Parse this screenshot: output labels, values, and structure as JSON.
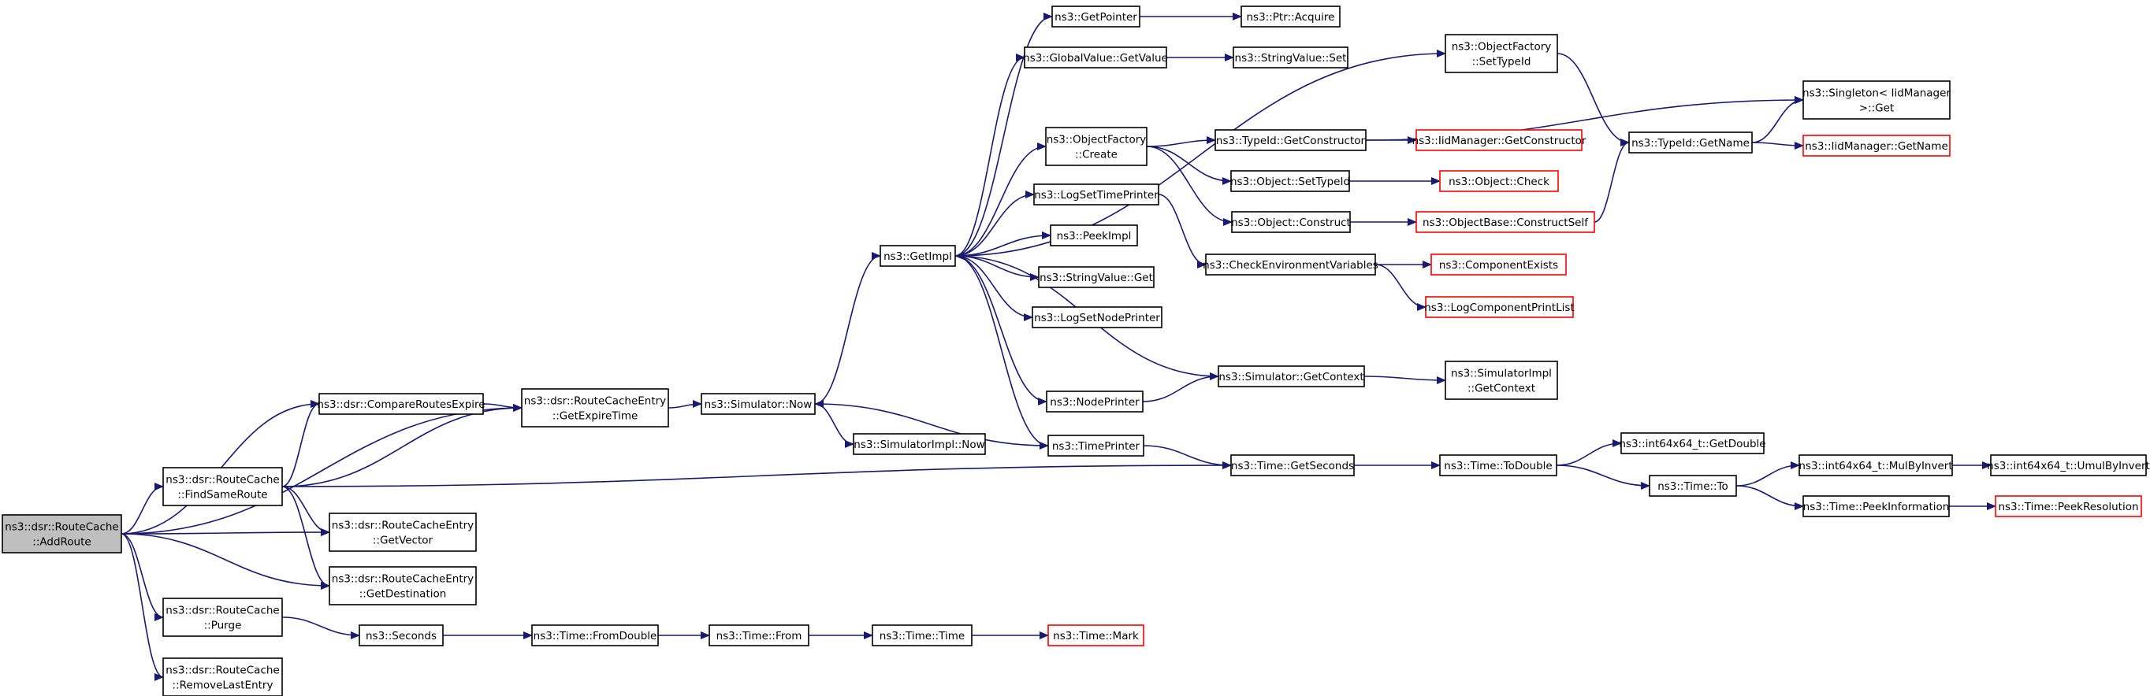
{
  "colors": {
    "edge": "#191970",
    "border": "#000000",
    "truncated_border": "#ff0000",
    "root_fill": "#bfbfbf",
    "fill": "#ffffff"
  },
  "nodes": [
    {
      "id": "n_addroute",
      "lines": [
        "ns3::dsr::RouteCache",
        "::AddRoute"
      ],
      "kind": "root"
    },
    {
      "id": "n_compare",
      "lines": [
        "ns3::dsr::CompareRoutesExpire"
      ],
      "kind": "normal"
    },
    {
      "id": "n_findsame",
      "lines": [
        "ns3::dsr::RouteCache",
        "::FindSameRoute"
      ],
      "kind": "normal"
    },
    {
      "id": "n_getvector",
      "lines": [
        "ns3::dsr::RouteCacheEntry",
        "::GetVector"
      ],
      "kind": "normal"
    },
    {
      "id": "n_getdest",
      "lines": [
        "ns3::dsr::RouteCacheEntry",
        "::GetDestination"
      ],
      "kind": "normal"
    },
    {
      "id": "n_purge",
      "lines": [
        "ns3::dsr::RouteCache",
        "::Purge"
      ],
      "kind": "normal"
    },
    {
      "id": "n_removelast",
      "lines": [
        "ns3::dsr::RouteCache",
        "::RemoveLastEntry"
      ],
      "kind": "normal"
    },
    {
      "id": "n_getexpire",
      "lines": [
        "ns3::dsr::RouteCacheEntry",
        "::GetExpireTime"
      ],
      "kind": "normal"
    },
    {
      "id": "n_seconds",
      "lines": [
        "ns3::Seconds"
      ],
      "kind": "normal"
    },
    {
      "id": "n_simnow",
      "lines": [
        "ns3::Simulator::Now"
      ],
      "kind": "normal"
    },
    {
      "id": "n_fromdouble",
      "lines": [
        "ns3::Time::FromDouble"
      ],
      "kind": "normal"
    },
    {
      "id": "n_getimpl",
      "lines": [
        "ns3::GetImpl"
      ],
      "kind": "normal"
    },
    {
      "id": "n_simimplnow",
      "lines": [
        "ns3::SimulatorImpl::Now"
      ],
      "kind": "normal"
    },
    {
      "id": "n_timefrom",
      "lines": [
        "ns3::Time::From"
      ],
      "kind": "normal"
    },
    {
      "id": "n_timetime",
      "lines": [
        "ns3::Time::Time"
      ],
      "kind": "normal"
    },
    {
      "id": "n_getpointer",
      "lines": [
        "ns3::GetPointer"
      ],
      "kind": "normal"
    },
    {
      "id": "n_gvgetvalue",
      "lines": [
        "ns3::GlobalValue::GetValue"
      ],
      "kind": "normal"
    },
    {
      "id": "n_ofcreate",
      "lines": [
        "ns3::ObjectFactory",
        "::Create"
      ],
      "kind": "normal"
    },
    {
      "id": "n_logsettime",
      "lines": [
        "ns3::LogSetTimePrinter"
      ],
      "kind": "normal"
    },
    {
      "id": "n_peekimpl",
      "lines": [
        "ns3::PeekImpl"
      ],
      "kind": "normal"
    },
    {
      "id": "n_svget",
      "lines": [
        "ns3::StringValue::Get"
      ],
      "kind": "normal"
    },
    {
      "id": "n_logsetnode",
      "lines": [
        "ns3::LogSetNodePrinter"
      ],
      "kind": "normal"
    },
    {
      "id": "n_nodeprinter",
      "lines": [
        "ns3::NodePrinter"
      ],
      "kind": "normal"
    },
    {
      "id": "n_timeprinter",
      "lines": [
        "ns3::TimePrinter"
      ],
      "kind": "normal"
    },
    {
      "id": "n_timemark",
      "lines": [
        "ns3::Time::Mark"
      ],
      "kind": "truncated"
    },
    {
      "id": "n_ptracquire",
      "lines": [
        "ns3::Ptr::Acquire"
      ],
      "kind": "normal"
    },
    {
      "id": "n_svset",
      "lines": [
        "ns3::StringValue::Set"
      ],
      "kind": "normal"
    },
    {
      "id": "n_tidgetctor",
      "lines": [
        "ns3::TypeId::GetConstructor"
      ],
      "kind": "normal"
    },
    {
      "id": "n_objsettid",
      "lines": [
        "ns3::Object::SetTypeId"
      ],
      "kind": "normal"
    },
    {
      "id": "n_objconstruct",
      "lines": [
        "ns3::Object::Construct"
      ],
      "kind": "normal"
    },
    {
      "id": "n_checkenv",
      "lines": [
        "ns3::CheckEnvironmentVariables"
      ],
      "kind": "normal"
    },
    {
      "id": "n_simgetctx",
      "lines": [
        "ns3::Simulator::GetContext"
      ],
      "kind": "normal"
    },
    {
      "id": "n_timegetsec",
      "lines": [
        "ns3::Time::GetSeconds"
      ],
      "kind": "normal"
    },
    {
      "id": "n_ofsettid",
      "lines": [
        "ns3::ObjectFactory",
        "::SetTypeId"
      ],
      "kind": "normal"
    },
    {
      "id": "n_iidgetctor",
      "lines": [
        "ns3::IidManager::GetConstructor"
      ],
      "kind": "truncated"
    },
    {
      "id": "n_objcheck",
      "lines": [
        "ns3::Object::Check"
      ],
      "kind": "truncated"
    },
    {
      "id": "n_obconstructself",
      "lines": [
        "ns3::ObjectBase::ConstructSelf"
      ],
      "kind": "truncated"
    },
    {
      "id": "n_compexists",
      "lines": [
        "ns3::ComponentExists"
      ],
      "kind": "truncated"
    },
    {
      "id": "n_logcomplist",
      "lines": [
        "ns3::LogComponentPrintList"
      ],
      "kind": "truncated"
    },
    {
      "id": "n_simimplgetctx",
      "lines": [
        "ns3::SimulatorImpl",
        "::GetContext"
      ],
      "kind": "normal"
    },
    {
      "id": "n_timetodouble",
      "lines": [
        "ns3::Time::ToDouble"
      ],
      "kind": "normal"
    },
    {
      "id": "n_tidgetname",
      "lines": [
        "ns3::TypeId::GetName"
      ],
      "kind": "normal"
    },
    {
      "id": "n_i64getdouble",
      "lines": [
        "ns3::int64x64_t::GetDouble"
      ],
      "kind": "normal"
    },
    {
      "id": "n_timeto",
      "lines": [
        "ns3::Time::To"
      ],
      "kind": "normal"
    },
    {
      "id": "n_singletonget",
      "lines": [
        "ns3::Singleton< IidManager",
        " >::Get"
      ],
      "kind": "normal"
    },
    {
      "id": "n_iidgetname",
      "lines": [
        "ns3::IidManager::GetName"
      ],
      "kind": "truncated"
    },
    {
      "id": "n_i64mulbyinv",
      "lines": [
        "ns3::int64x64_t::MulByInvert"
      ],
      "kind": "normal"
    },
    {
      "id": "n_timepeekinfo",
      "lines": [
        "ns3::Time::PeekInformation"
      ],
      "kind": "normal"
    },
    {
      "id": "n_i64umulbyinv",
      "lines": [
        "ns3::int64x64_t::UmulByInvert"
      ],
      "kind": "normal"
    },
    {
      "id": "n_timepeekres",
      "lines": [
        "ns3::Time::PeekResolution"
      ],
      "kind": "truncated"
    }
  ],
  "edges": [
    [
      "n_addroute",
      "n_compare"
    ],
    [
      "n_addroute",
      "n_getexpire"
    ],
    [
      "n_addroute",
      "n_findsame"
    ],
    [
      "n_addroute",
      "n_getvector"
    ],
    [
      "n_addroute",
      "n_getdest"
    ],
    [
      "n_addroute",
      "n_purge"
    ],
    [
      "n_addroute",
      "n_removelast"
    ],
    [
      "n_compare",
      "n_getexpire"
    ],
    [
      "n_findsame",
      "n_compare"
    ],
    [
      "n_findsame",
      "n_getexpire"
    ],
    [
      "n_findsame",
      "n_getvector"
    ],
    [
      "n_findsame",
      "n_getdest"
    ],
    [
      "n_findsame",
      "n_timegetsec"
    ],
    [
      "n_purge",
      "n_seconds"
    ],
    [
      "n_getexpire",
      "n_simnow"
    ],
    [
      "n_seconds",
      "n_fromdouble"
    ],
    [
      "n_fromdouble",
      "n_timefrom"
    ],
    [
      "n_timefrom",
      "n_timetime"
    ],
    [
      "n_timetime",
      "n_timemark"
    ],
    [
      "n_simnow",
      "n_getimpl"
    ],
    [
      "n_simnow",
      "n_simimplnow"
    ],
    [
      "n_timeprinter",
      "n_simnow"
    ],
    [
      "n_getimpl",
      "n_getpointer"
    ],
    [
      "n_getimpl",
      "n_gvgetvalue"
    ],
    [
      "n_getimpl",
      "n_ofsettid"
    ],
    [
      "n_getimpl",
      "n_ofcreate"
    ],
    [
      "n_getimpl",
      "n_logsettime"
    ],
    [
      "n_getimpl",
      "n_peekimpl"
    ],
    [
      "n_getimpl",
      "n_svget"
    ],
    [
      "n_getimpl",
      "n_logsetnode"
    ],
    [
      "n_getimpl",
      "n_nodeprinter"
    ],
    [
      "n_getimpl",
      "n_timeprinter"
    ],
    [
      "n_simgetctx",
      "n_getimpl"
    ],
    [
      "n_getpointer",
      "n_ptracquire"
    ],
    [
      "n_gvgetvalue",
      "n_svset"
    ],
    [
      "n_ofcreate",
      "n_tidgetctor"
    ],
    [
      "n_ofcreate",
      "n_objsettid"
    ],
    [
      "n_ofcreate",
      "n_objconstruct"
    ],
    [
      "n_logsettime",
      "n_checkenv"
    ],
    [
      "n_nodeprinter",
      "n_simgetctx"
    ],
    [
      "n_timeprinter",
      "n_timegetsec"
    ],
    [
      "n_tidgetctor",
      "n_iidgetctor"
    ],
    [
      "n_tidgetctor",
      "n_singletonget"
    ],
    [
      "n_objsettid",
      "n_objcheck"
    ],
    [
      "n_objconstruct",
      "n_obconstructself"
    ],
    [
      "n_obconstructself",
      "n_tidgetname"
    ],
    [
      "n_checkenv",
      "n_compexists"
    ],
    [
      "n_checkenv",
      "n_logcomplist"
    ],
    [
      "n_simgetctx",
      "n_simimplgetctx"
    ],
    [
      "n_timegetsec",
      "n_timetodouble"
    ],
    [
      "n_ofsettid",
      "n_tidgetname"
    ],
    [
      "n_tidgetname",
      "n_singletonget"
    ],
    [
      "n_tidgetname",
      "n_iidgetname"
    ],
    [
      "n_timetodouble",
      "n_i64getdouble"
    ],
    [
      "n_timetodouble",
      "n_timeto"
    ],
    [
      "n_timeto",
      "n_i64mulbyinv"
    ],
    [
      "n_timeto",
      "n_timepeekinfo"
    ],
    [
      "n_i64mulbyinv",
      "n_i64umulbyinv"
    ],
    [
      "n_timepeekinfo",
      "n_timepeekres"
    ]
  ]
}
